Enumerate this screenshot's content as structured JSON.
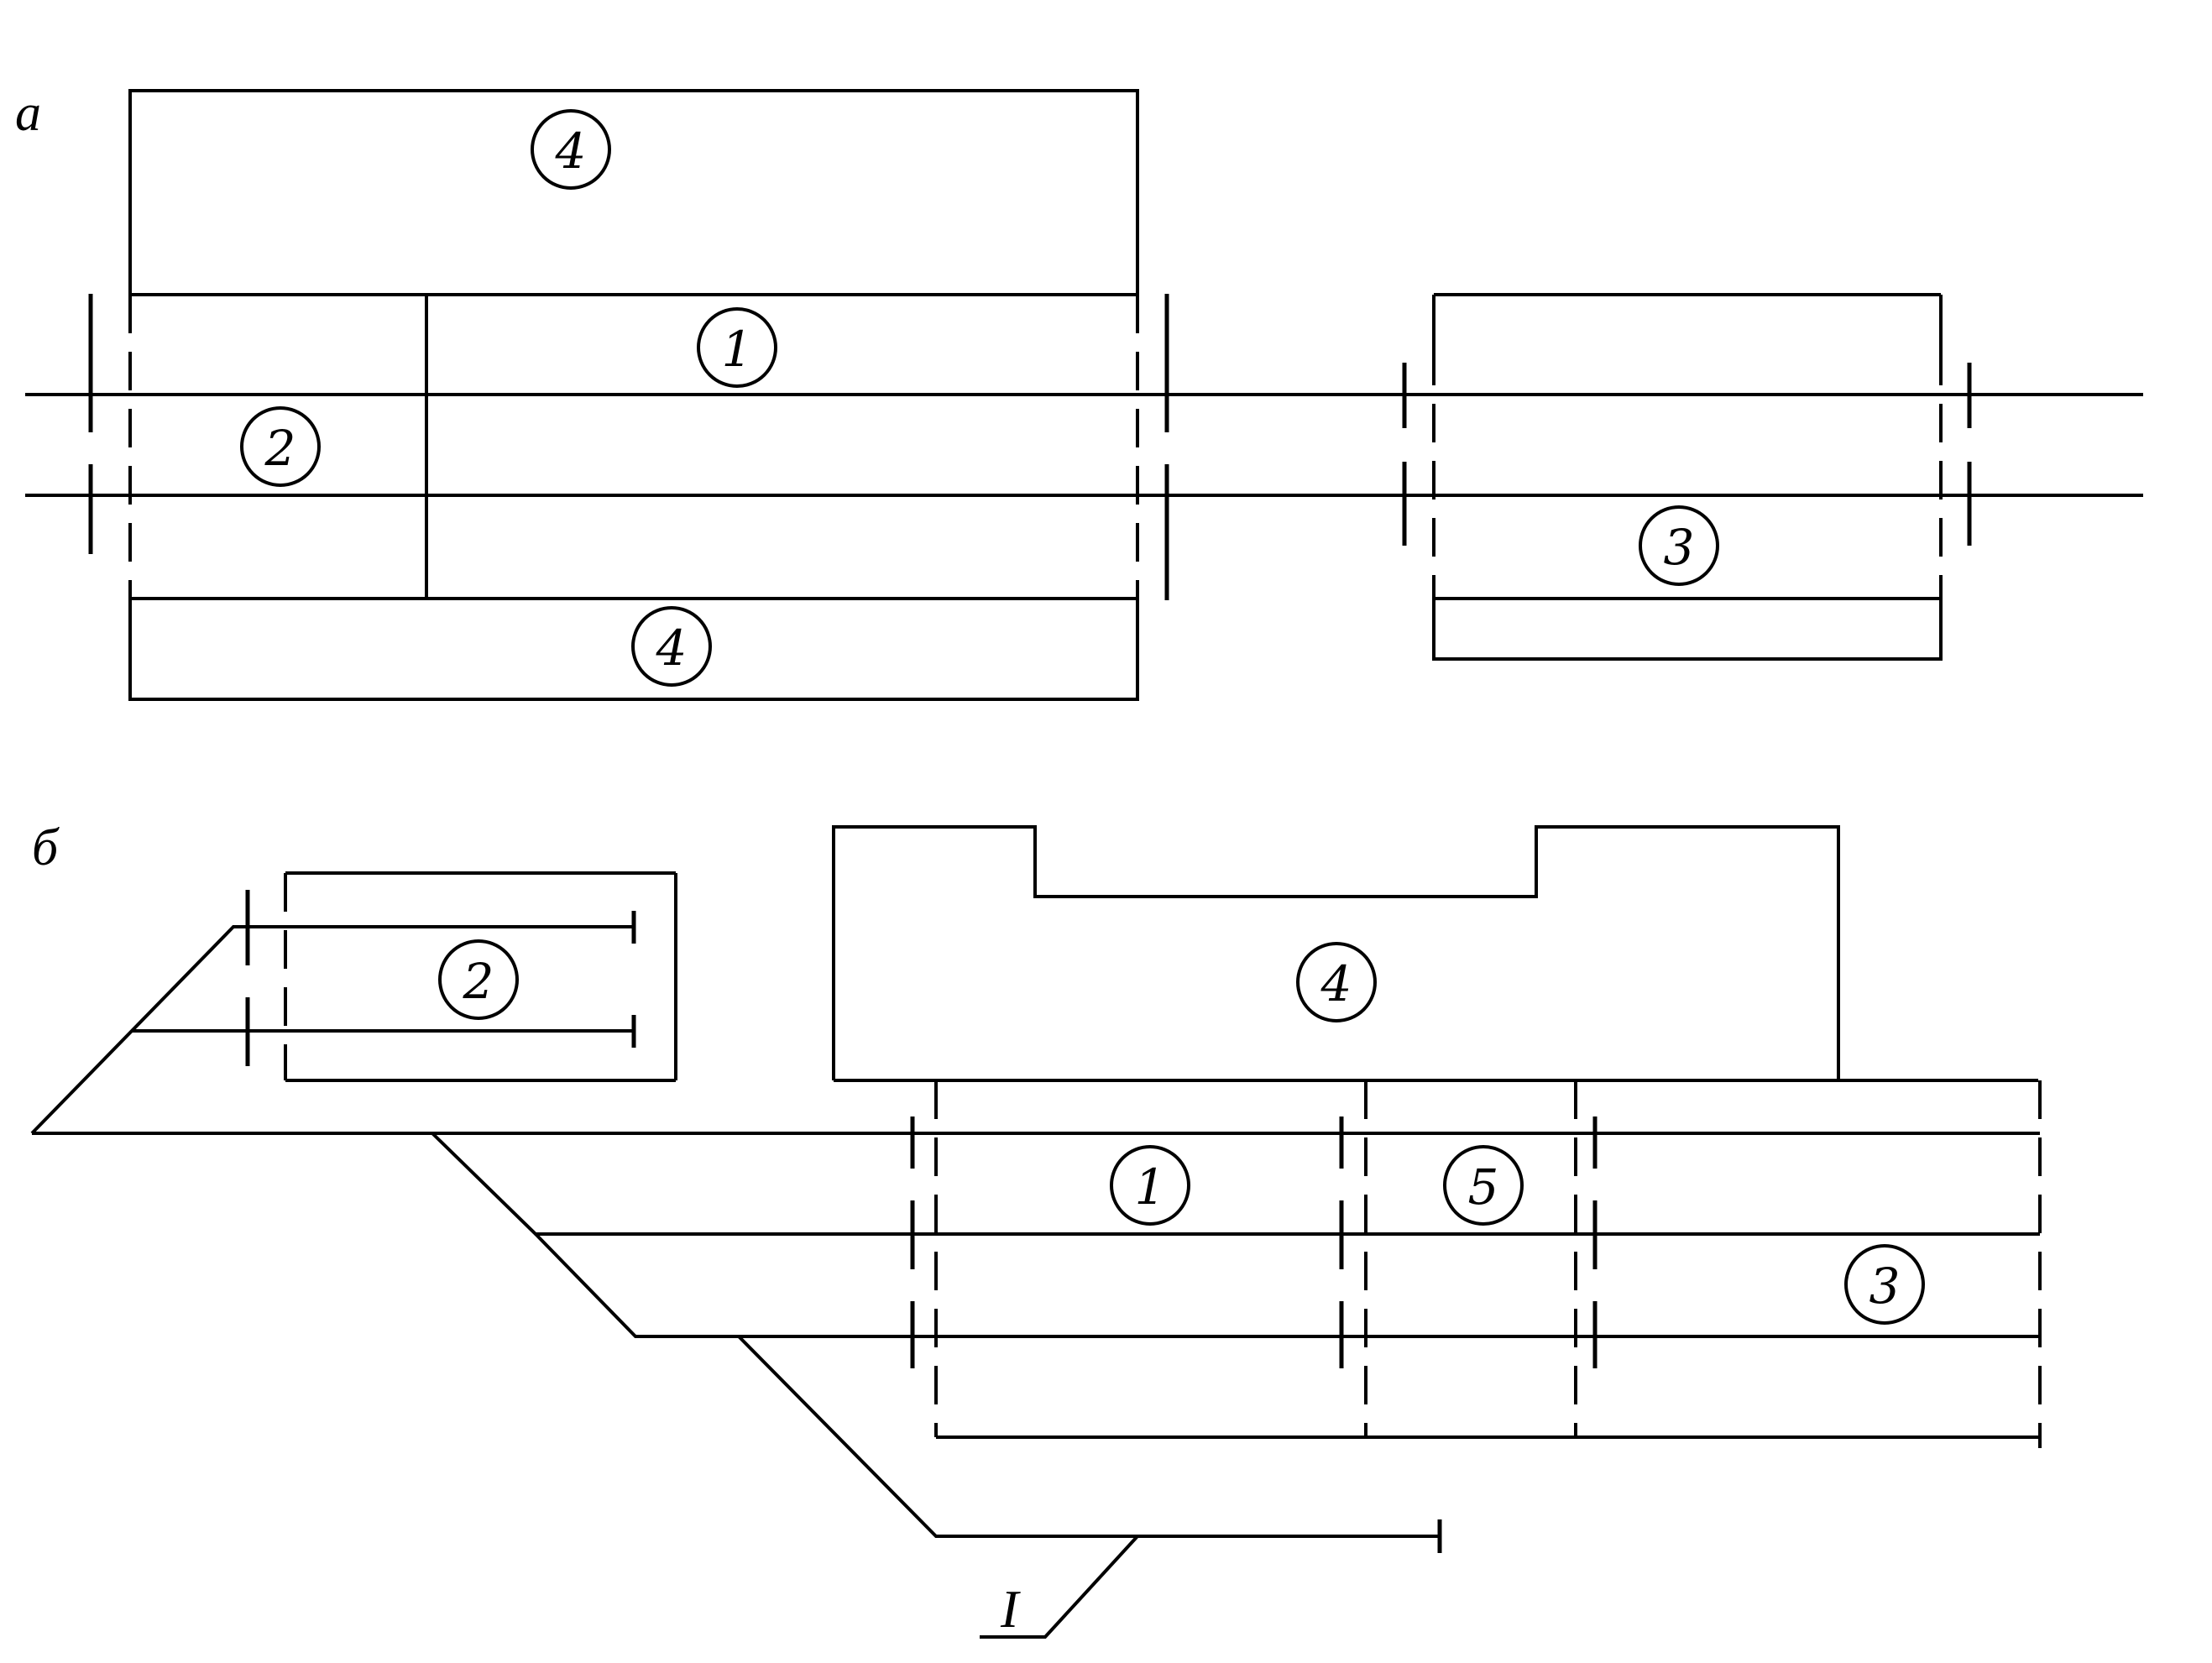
{
  "panels": {
    "a": {
      "letter": "а"
    },
    "b": {
      "letter": "б"
    }
  },
  "labels": {
    "one": "1",
    "two": "2",
    "three": "3",
    "four": "4",
    "five": "5"
  },
  "callout": {
    "track_label": "I"
  },
  "colors": {
    "ink": "#000000",
    "paper": "#ffffff"
  }
}
